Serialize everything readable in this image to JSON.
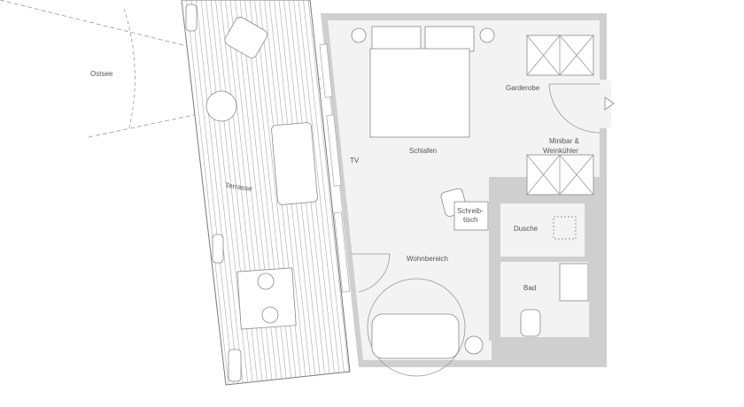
{
  "plan": {
    "labels": {
      "sea": "Ostsee",
      "terrace": "Terrasse",
      "tv": "TV",
      "sleeping": "Schlafen",
      "wardrobe": "Garderobe",
      "minibar_1": "Minibar &",
      "minibar_2": "Weinkühler",
      "desk_1": "Schreib-",
      "desk_2": "tisch",
      "shower": "Dusche",
      "living": "Wohnbereich",
      "bath": "Bad"
    },
    "colors": {
      "wall": "#cfcfcf",
      "floor": "#f3f3f3",
      "line": "#999999"
    }
  }
}
